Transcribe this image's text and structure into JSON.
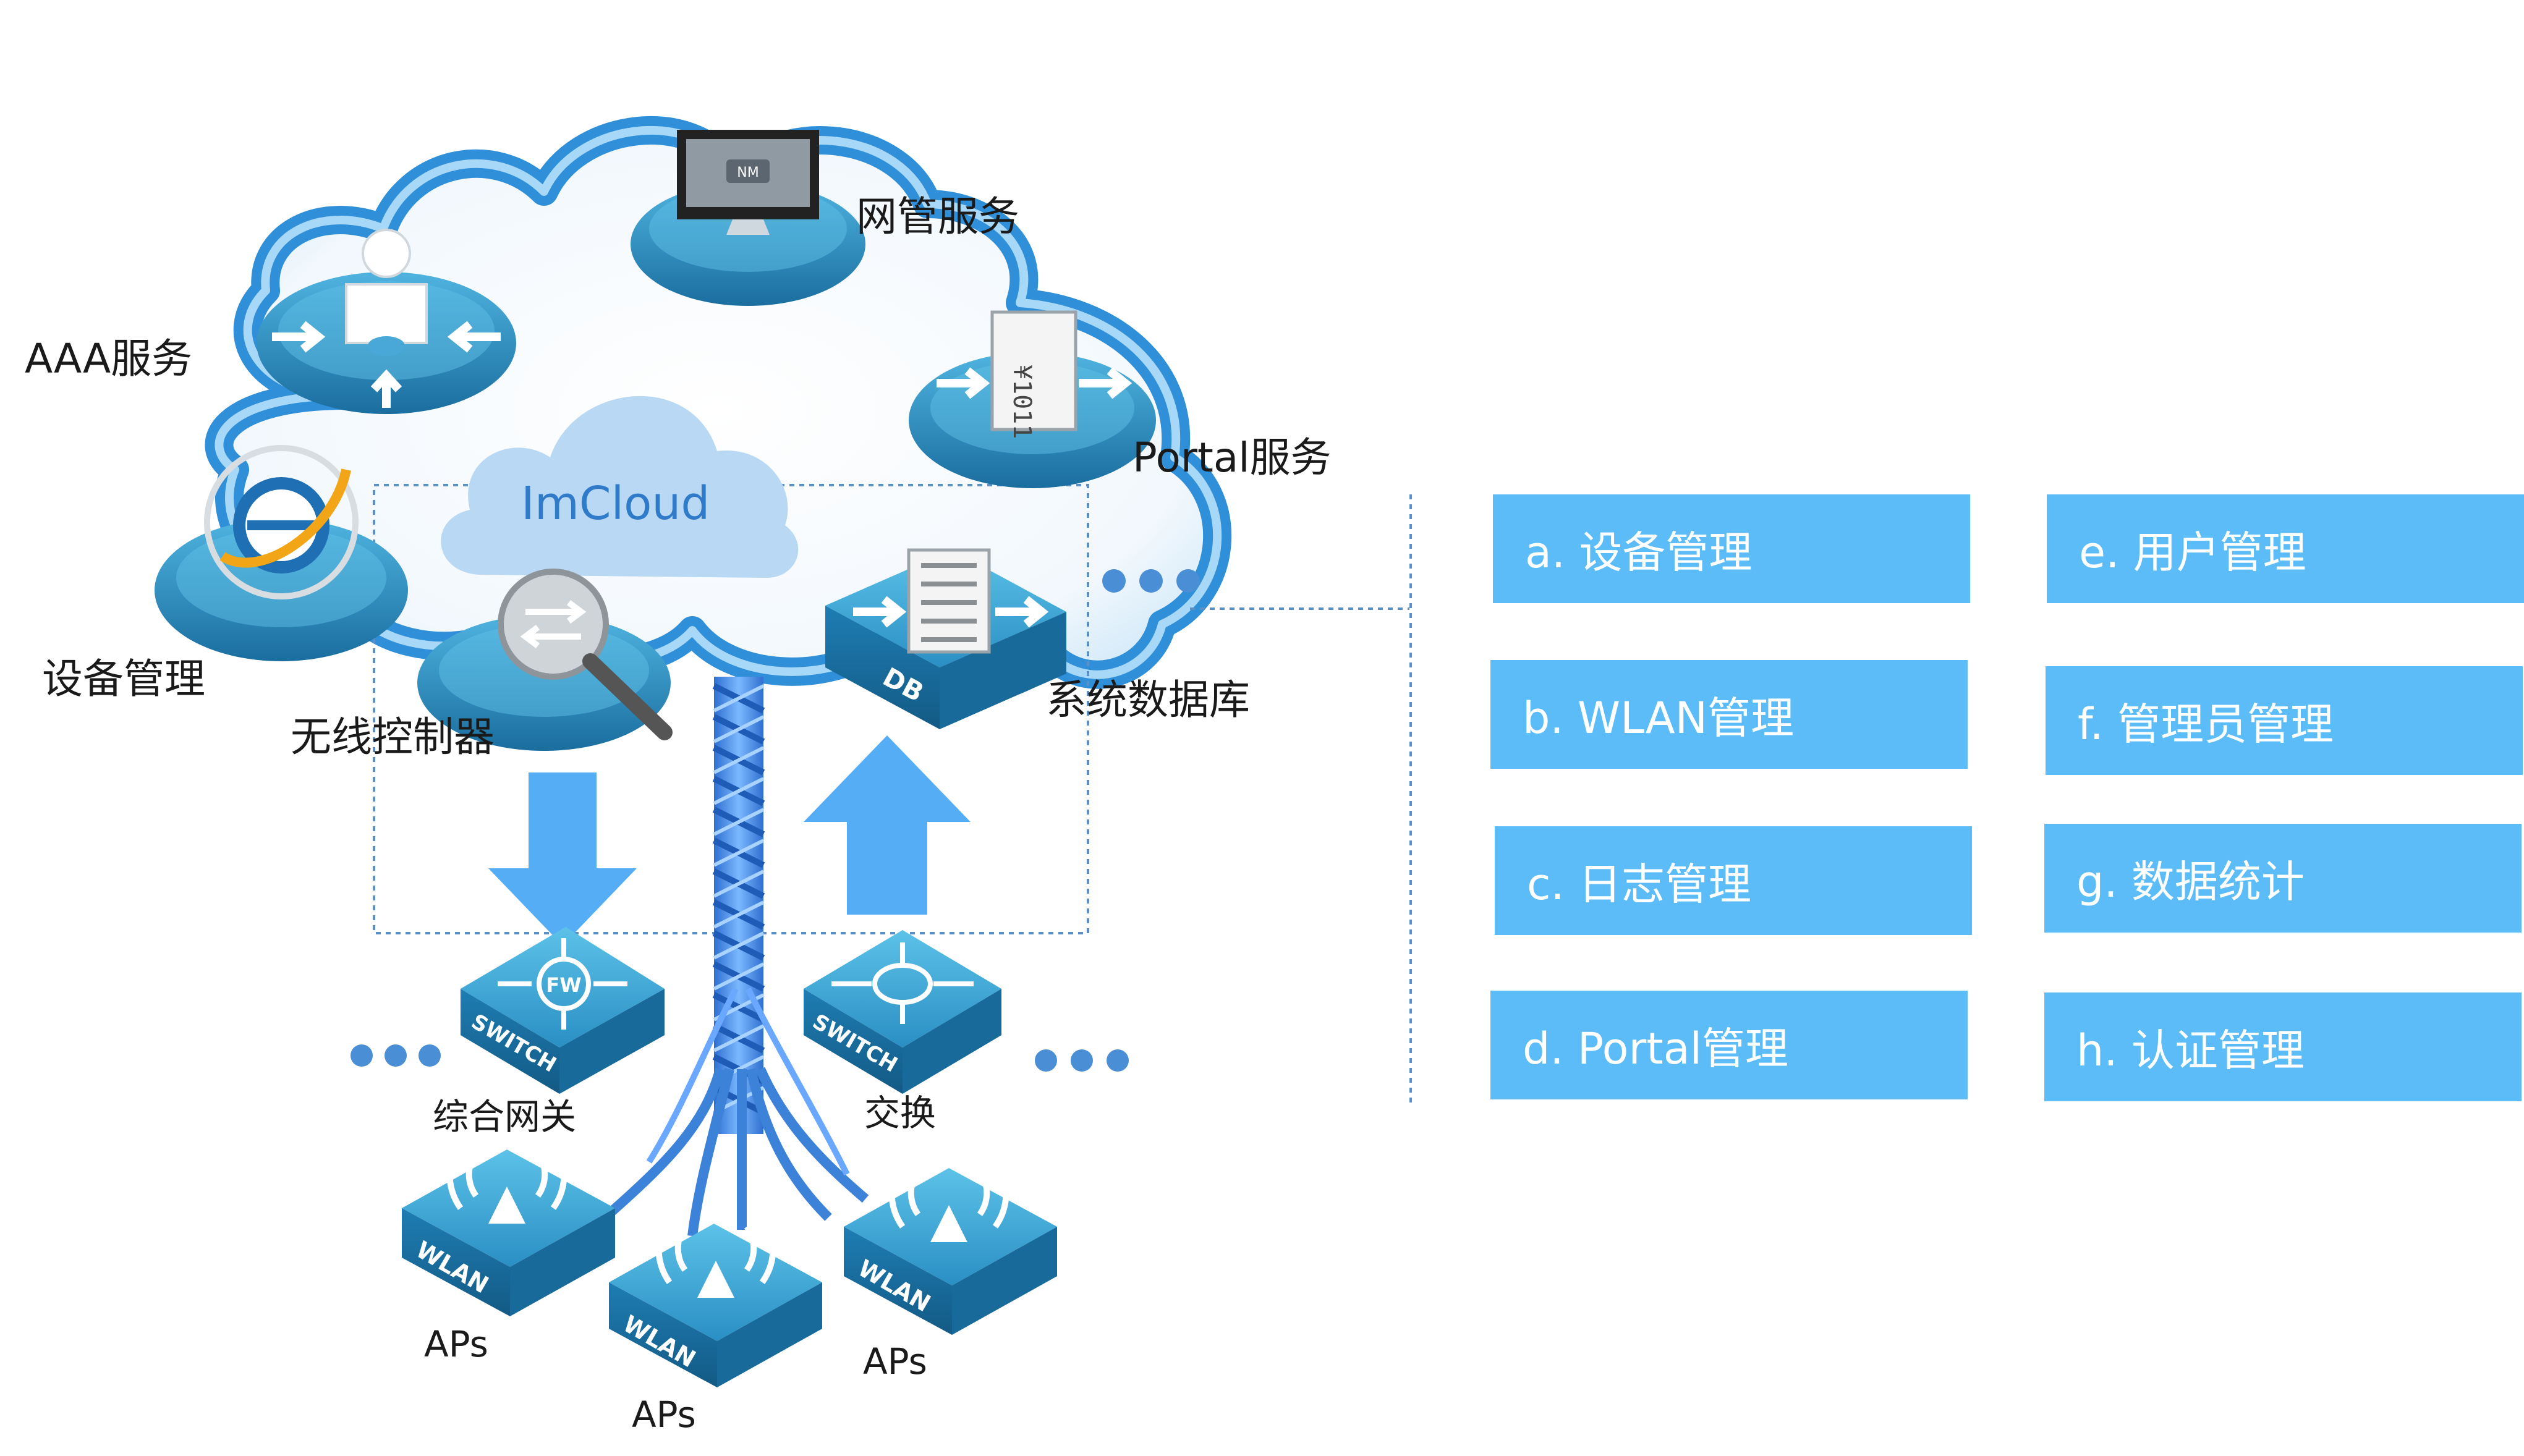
{
  "diagram": {
    "center_label": "ImCloud",
    "services": {
      "nm": "网管服务",
      "aaa": "AAA服务",
      "portal": "Portal服务",
      "device": "设备管理",
      "wireless": "无线控制器",
      "db": "系统数据库"
    },
    "icon_text": {
      "nm": "NM",
      "db": "DB",
      "portal": "¥1011",
      "fw": "FW",
      "switch": "SWITCH",
      "wlan": "WLAN"
    },
    "network": {
      "gateway": "综合网关",
      "switch": "交换",
      "aps_left": "APs",
      "aps_center": "APs",
      "aps_right": "APs"
    }
  },
  "features": [
    {
      "label": "a. 设备管理"
    },
    {
      "label": "b. WLAN管理"
    },
    {
      "label": "c. 日志管理"
    },
    {
      "label": "d. Portal管理"
    },
    {
      "label": "e. 用户管理"
    },
    {
      "label": "f. 管理员管理"
    },
    {
      "label": "g. 数据统计"
    },
    {
      "label": "h. 认证管理"
    }
  ],
  "colors": {
    "cloud_outline": "#2f8fd8",
    "node_blue": "#1f7fb8",
    "feature_box": "#5bbcf7",
    "arrow": "#55aef5",
    "dots": "#4a8fd6"
  }
}
